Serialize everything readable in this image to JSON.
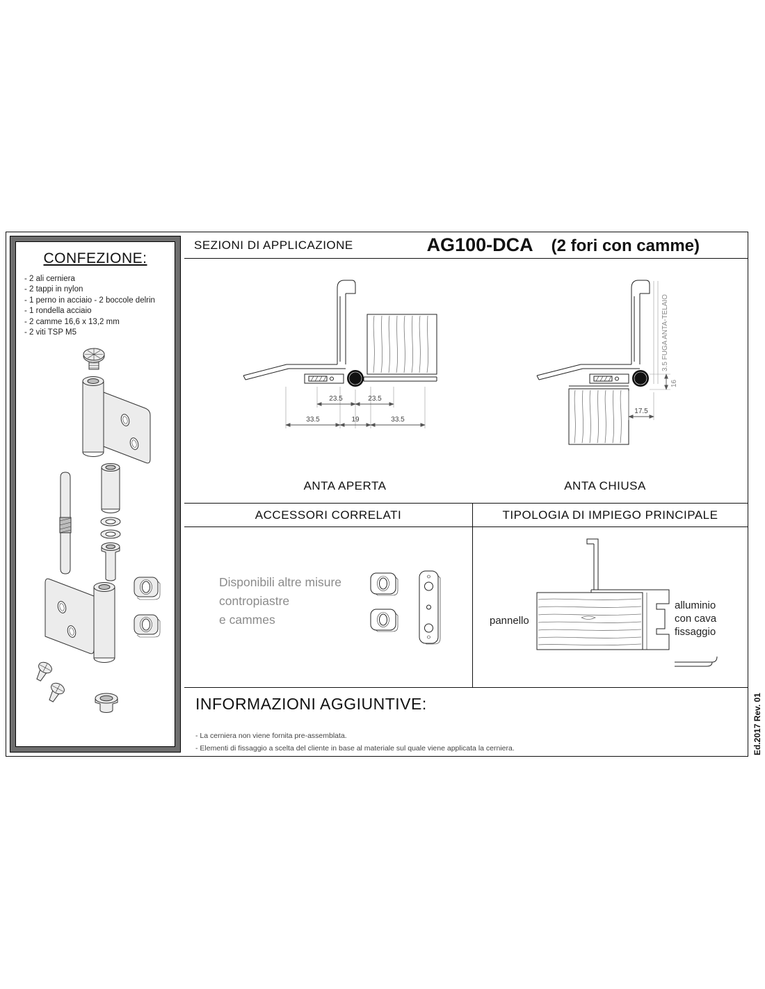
{
  "colors": {
    "line": "#222222",
    "dim_text": "#888888",
    "muted_text": "#8b8b8b"
  },
  "edition": "Ed.2017 Rev. 01",
  "confezione": {
    "title": "CONFEZIONE:",
    "items": [
      "- 2 ali cerniera",
      "- 2 tappi in nylon",
      "- 1 perno in acciaio - 2 boccole delrin",
      "- 1 rondella acciaio",
      "- 2 camme 16,6 x 13,2 mm",
      "- 2 viti TSP M5"
    ]
  },
  "header": {
    "section_title": "SEZIONI DI APPLICAZIONE",
    "product_code": "AG100-DCA",
    "product_variant": "(2 fori con camme)"
  },
  "anta_aperta": {
    "label": "ANTA APERTA",
    "dim_top_left": "23.5",
    "dim_top_right": "23.5",
    "dim_bottom_left": "33.5",
    "dim_bottom_center": "19",
    "dim_bottom_right": "33.5"
  },
  "anta_chiusa": {
    "label": "ANTA CHIUSA",
    "dim_gap": "3.5  FUGA ANTA-TELAIO",
    "dim_height": "16",
    "dim_offset": "17.5"
  },
  "accessori": {
    "title": "ACCESSORI CORRELATI",
    "note": "Disponibili altre misure\ncontropiastre\ne cammes"
  },
  "tipologia": {
    "title": "TIPOLOGIA DI IMPIEGO PRINCIPALE",
    "label_panel": "pannello",
    "label_aluminium": "alluminio\ncon cava\nfissaggio"
  },
  "info": {
    "title": "INFORMAZIONI AGGIUNTIVE:",
    "items": [
      "- La cerniera non viene fornita pre-assemblata.",
      "- Elementi di fissaggio a scelta del cliente in base al materiale sul quale viene applicata la cerniera."
    ]
  }
}
